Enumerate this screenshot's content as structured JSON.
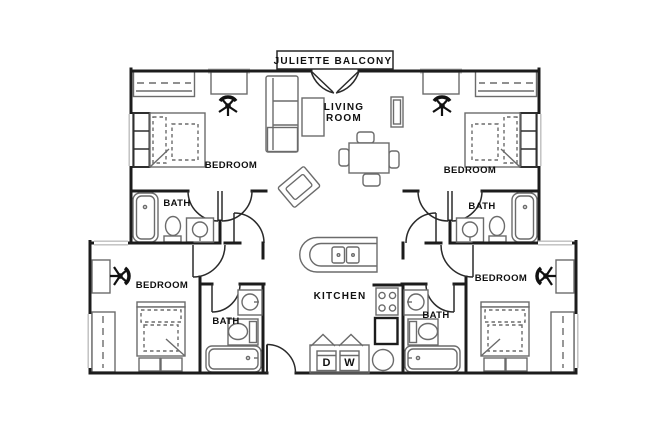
{
  "plan": {
    "type": "apartment-floor-plan",
    "labels": {
      "balcony": "JULIETTE BALCONY",
      "living_line1": "LIVING",
      "living_line2": "ROOM",
      "kitchen": "KITCHEN",
      "bedroom_top_left": "BEDROOM",
      "bedroom_top_right": "BEDROOM",
      "bath_top_left": "BATH",
      "bath_top_right": "BATH",
      "bedroom_bottom_left": "BEDROOM",
      "bedroom_bottom_right": "BEDROOM",
      "bath_bottom_left": "BATH",
      "bath_bottom_right": "BATH",
      "dryer": "D",
      "washer": "W"
    },
    "colors": {
      "wall": "#1c1c1c",
      "furniture": "#6b6b6b",
      "door": "#2a2a2a",
      "window": "#bdbdbd",
      "background": "#ffffff"
    }
  }
}
